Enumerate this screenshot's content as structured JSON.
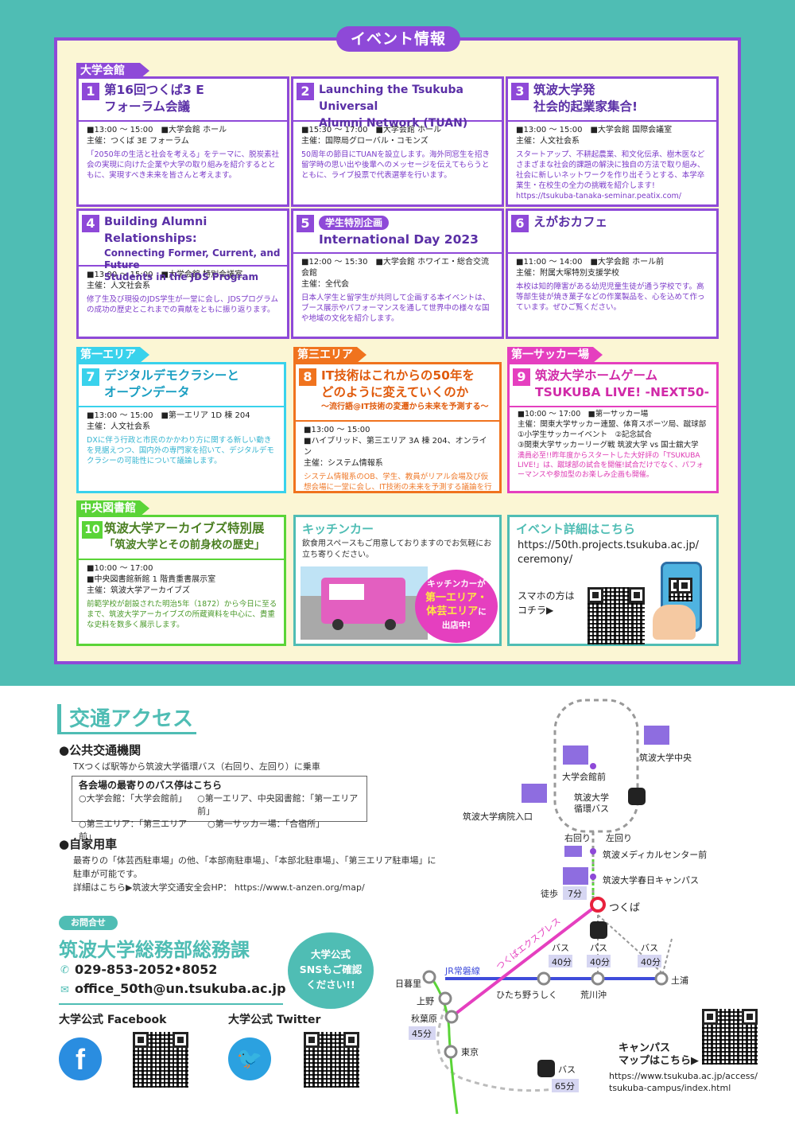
{
  "header": {
    "tab": "イベント情報"
  },
  "sections": {
    "daigaku": "大学会館",
    "area1": "第一エリア",
    "area3": "第三エリア",
    "soccer": "第一サッカー場",
    "library": "中央図書館"
  },
  "events": [
    {
      "num": "1",
      "title": "第16回つくば3 E",
      "title2": "フォーラム会議",
      "meta1": "■13:00 ～ 15:00　■大学会館 ホール",
      "meta2": "主催：つくば 3E フォーラム",
      "desc": "「2050年の生活と社会を考える」をテーマに、脱炭素社会の実現に向けた企業や大学の取り組みを紹介するとともに、実現すべき未来を皆さんと考えます。"
    },
    {
      "num": "2",
      "title": "Launching the Tsukuba Universal",
      "title2": "Alumni Network (TUAN)",
      "meta1": "■15:30 ～ 17:00　■大学会館 ホール",
      "meta2": "主催：国際局グローバル・コモンズ",
      "desc": "50周年の節目にTUANを設立します。海外同窓生を招き留学時の思い出や後輩へのメッセージを伝えてもらうとともに、ライブ投票で代表選挙を行います。"
    },
    {
      "num": "3",
      "title": "筑波大学発",
      "title2": "社会的起業家集合!",
      "meta1": "■13:00 ～ 15:00　■大学会館 国際会議室",
      "meta2": "主催：人文社会系",
      "desc": "スタートアップ、不耕起農業、和文化伝承、樹木医などさまざまな社会的課題の解決に独自の方法で取り組み、社会に新しいネットワークを作り出そうとする、本学卒業生・在校生の全力の挑戦を紹介します!",
      "url": "https://tsukuba-tanaka-seminar.peatix.com/"
    },
    {
      "num": "4",
      "title": "Building Alumni Relationships:",
      "title2": "Connecting Former, Current, and Future",
      "title3": "Students in the JDS Program",
      "meta1": "■13:00 ～ 15:00　■大学会館 特別会議室",
      "meta2": "主催：人文社会系",
      "desc": "修了生及び現役のJDS学生が一堂に会し、JDSプログラムの成功の歴史とこれまでの貢献をともに振り返ります。"
    },
    {
      "num": "5",
      "badge": "学生特別企画",
      "title": "International Day 2023",
      "meta1": "■12:00 ～ 15:30　■大学会館 ホワイエ・総合交流会館",
      "meta2": "主催：全代会",
      "desc": "日本人学生と留学生が共同して企画する本イベントは、ブース展示やパフォーマンスを通して世界中の様々な国や地域の文化を紹介します。"
    },
    {
      "num": "6",
      "title": "えがおカフェ",
      "meta1": "■11:00 ～ 14:00　■大学会館 ホール前",
      "meta2": "主催：附属大塚特別支援学校",
      "desc": "本校は知的障害がある幼児児童生徒が通う学校です。高等部生徒が焼き菓子などの作業製品を、心を込めて作っています。ぜひご覧ください。"
    },
    {
      "num": "7",
      "title": "デジタルデモクラシーと",
      "title2": "オープンデータ",
      "meta1": "■13:00 ～ 15:00　■第一エリア 1D 棟 204",
      "meta2": "主催：人文社会系",
      "desc": "DXに伴う行政と市民のかかわり方に関する新しい動きを見据えつつ、国内外の専門家を招いて、デジタルデモクラシーの可能性について議論します。"
    },
    {
      "num": "8",
      "title": "IT技術はこれからの50年を",
      "title2": "どのように変えていくのか",
      "title3": "～流行語@IT技術の変遷から未来を予測する～",
      "meta1": "■13:00 ～ 15:00",
      "meta2": "■ハイブリッド、第三エリア 3A 棟 204、オンライン",
      "meta3": "主催：システム情報系",
      "desc": "システム情報系のOB、学生、教員がリアル会場及び仮想会場に一堂に会し、IT技術の未来を予測する議論を行います。"
    },
    {
      "num": "9",
      "title": "筑波大学ホームゲーム",
      "title2": "TSUKUBA LIVE! -NEXT50-",
      "meta1": "■10:00 ～ 17:00　■第一サッカー場",
      "meta2": "主催：関東大学サッカー連盟、体育スポーツ局、蹴球部",
      "meta3": "①小学生サッカーイベント　②記念試合",
      "meta4": "③関東大学サッカーリーグ戦 筑波大学 vs 国士舘大学",
      "desc": "満員必至!!昨年度からスタートした大好評の「TSUKUBA LIVE!」は、蹴球部の試合を開催!試合だけでなく、パフォーマンスや参加型のお楽しみ企画も開催。"
    },
    {
      "num": "10",
      "title": "筑波大学アーカイブズ特別展",
      "title2": "「筑波大学とその前身校の歴史」",
      "meta1": "■10:00 ～ 17:00",
      "meta2": "■中央図書館新館 1 階貴重書展示室",
      "meta3": "主催：筑波大学アーカイブズ",
      "desc": "前範学校が創設された明治5年（1872）から今日に至るまで、筑波大学アーカイブズの所蔵資料を中心に、貴重な史料を数多く展示します。"
    }
  ],
  "kitchen": {
    "title": "キッチンカー",
    "text": "飲食用スペースもご用意しておりますのでお気軽にお立ち寄りください。",
    "bubble1": "キッチンカーが",
    "bubble2": "第一エリア・",
    "bubble3": "体芸エリア",
    "bubble4": "に",
    "bubble5": "出店中!"
  },
  "details": {
    "title": "イベント詳細はこちら",
    "url1": "https://50th.projects.tsukuba.ac.jp/",
    "url2": "ceremony/",
    "phone1": "スマホの方は",
    "phone2": "コチラ▶"
  },
  "access": {
    "title": "交通アクセス",
    "public_heading": "●公共交通機関",
    "public_text": "TXつくば駅等から筑波大学循環バス（右回り、左回り）に乗車",
    "bus_heading": "各会場の最寄りのバス停はこちら",
    "bus1": "○大学会館：「大学会館前」",
    "bus2": "○第一エリア、中央図書館：「第一エリア前」",
    "bus3": "○第三エリア：「第三エリア前」",
    "bus4": "○第一サッカー場：「合宿所」",
    "car_heading": "●自家用車",
    "car_text1": "最寄りの「体芸西駐車場」の他、「本部南駐車場」、「本部北駐車場」、「第三エリア駐車場」に",
    "car_text2": "駐車が可能です。",
    "car_text3": "詳細はこちら▶筑波大学交通安全会HP： https://www.t-anzen.org/map/"
  },
  "contact": {
    "label": "お問合せ",
    "org": "筑波大学総務部総務課",
    "phone": "029-853-2052•8052",
    "email": "office_50th@un.tsukuba.ac.jp",
    "sns_bubble1": "大学公式",
    "sns_bubble2": "SNSもご確認",
    "sns_bubble3": "ください!!",
    "facebook": "大学公式 Facebook",
    "twitter": "大学公式 Twitter"
  },
  "map": {
    "daigaku_mae": "大学会館前",
    "loop_bus1": "筑波大学",
    "loop_bus2": "循環バス",
    "hospital": "筑波大学病院入口",
    "chuo": "筑波大学中央",
    "migi": "右回り",
    "hidari": "左回り",
    "medical": "筑波メディカルセンター前",
    "kasuga": "筑波大学春日キャンパス",
    "walk": "徒歩",
    "walk_min": "7分",
    "tsukuba": "つくば",
    "tx": "つくばエクスプレス",
    "joban": "JR常磐線",
    "bus": "バス",
    "min40a": "40分",
    "min40b": "40分",
    "min40c": "40分",
    "nippori": "日暮里",
    "ueno": "上野",
    "akihabara": "秋葉原",
    "min45": "45分",
    "tokyo": "東京",
    "hitachino": "ひたち野うしく",
    "arakawaoki": "荒川沖",
    "tsuchiura": "土浦",
    "min65": "65分",
    "campus_map1": "キャンパス",
    "campus_map2": "マップはこちら▶",
    "campus_url1": "https://www.tsukuba.ac.jp/access/",
    "campus_url2": "tsukuba-campus/index.html"
  },
  "colors": {
    "purple": "#8e49d8",
    "teal": "#4fbdb4",
    "green": "#5ad437",
    "cyan": "#39d2ec",
    "orange": "#f0731e",
    "pink": "#e53fbf"
  }
}
